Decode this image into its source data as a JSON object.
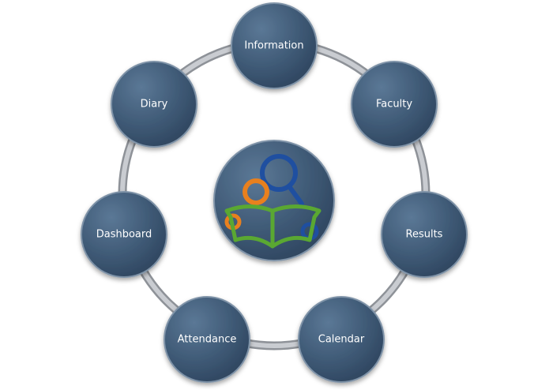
{
  "diagram": {
    "nodes": [
      {
        "id": "information",
        "label": "Information"
      },
      {
        "id": "faculty",
        "label": "Faculty"
      },
      {
        "id": "results",
        "label": "Results"
      },
      {
        "id": "calendar",
        "label": "Calendar"
      },
      {
        "id": "attendance",
        "label": "Attendance"
      },
      {
        "id": "dashboard",
        "label": "Dashboard"
      },
      {
        "id": "diary",
        "label": "Diary"
      }
    ],
    "center": {
      "icon": "reading-person-with-book-icon"
    },
    "colors": {
      "node_fill": "#3f5a76",
      "node_stroke": "#7f93a8",
      "ring": "#a9adb3",
      "icon_blue": "#1f4fa0",
      "icon_orange": "#e8801e",
      "icon_green": "#5aa832"
    }
  }
}
